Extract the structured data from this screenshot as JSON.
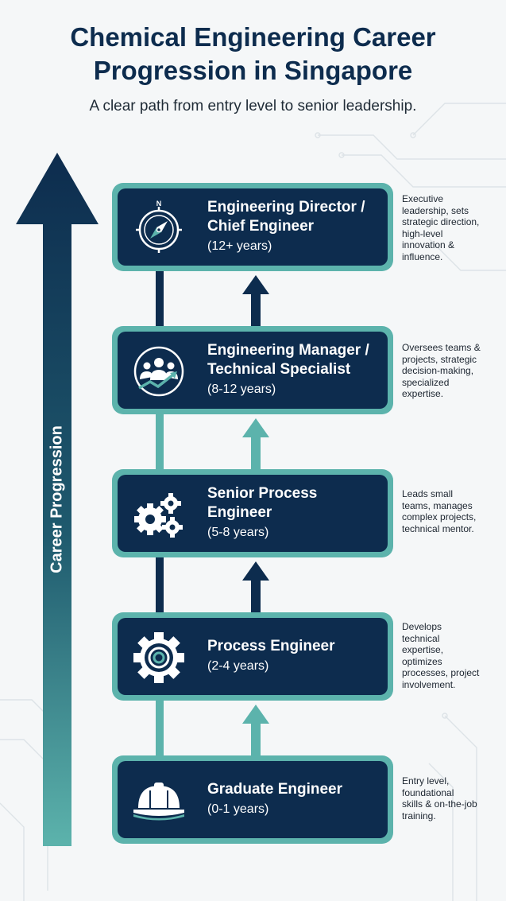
{
  "title_lines": [
    "Chemical Engineering Career",
    "Progression in Singapore"
  ],
  "subtitle": "A clear path from entry level to senior leadership.",
  "side_label": "Career Progression",
  "colors": {
    "navy": "#0d2c4e",
    "teal": "#5cb3ac",
    "background": "#f5f7f8"
  },
  "stages": [
    {
      "icon": "compass-icon",
      "title_lines": [
        "Engineering Director /",
        "Chief Engineer"
      ],
      "years": "(12+ years)",
      "description_lines": [
        "Executive",
        "leadership, sets",
        "strategic direction,",
        "high-level",
        "innovation &",
        "influence."
      ]
    },
    {
      "icon": "team-growth-icon",
      "title_lines": [
        "Engineering Manager /",
        "Technical Specialist"
      ],
      "years": "(8-12 years)",
      "description_lines": [
        "Oversees teams &",
        "projects, strategic",
        "decision-making,",
        "specialized",
        "expertise."
      ]
    },
    {
      "icon": "gears-icon",
      "title_lines": [
        "Senior Process",
        "Engineer"
      ],
      "years": "(5-8 years)",
      "description_lines": [
        "Leads small",
        "teams, manages",
        "complex projects,",
        "technical mentor."
      ]
    },
    {
      "icon": "gear-icon",
      "title_lines": [
        "Process Engineer"
      ],
      "years": "(2-4 years)",
      "description_lines": [
        "Develops",
        "technical",
        "expertise,",
        "optimizes",
        "processes, project",
        "involvement."
      ]
    },
    {
      "icon": "hard-hat-icon",
      "title_lines": [
        "Graduate Engineer"
      ],
      "years": "(0-1 years)",
      "description_lines": [
        "Entry level,",
        "foundational",
        "skills & on-the-job",
        "training."
      ]
    }
  ]
}
